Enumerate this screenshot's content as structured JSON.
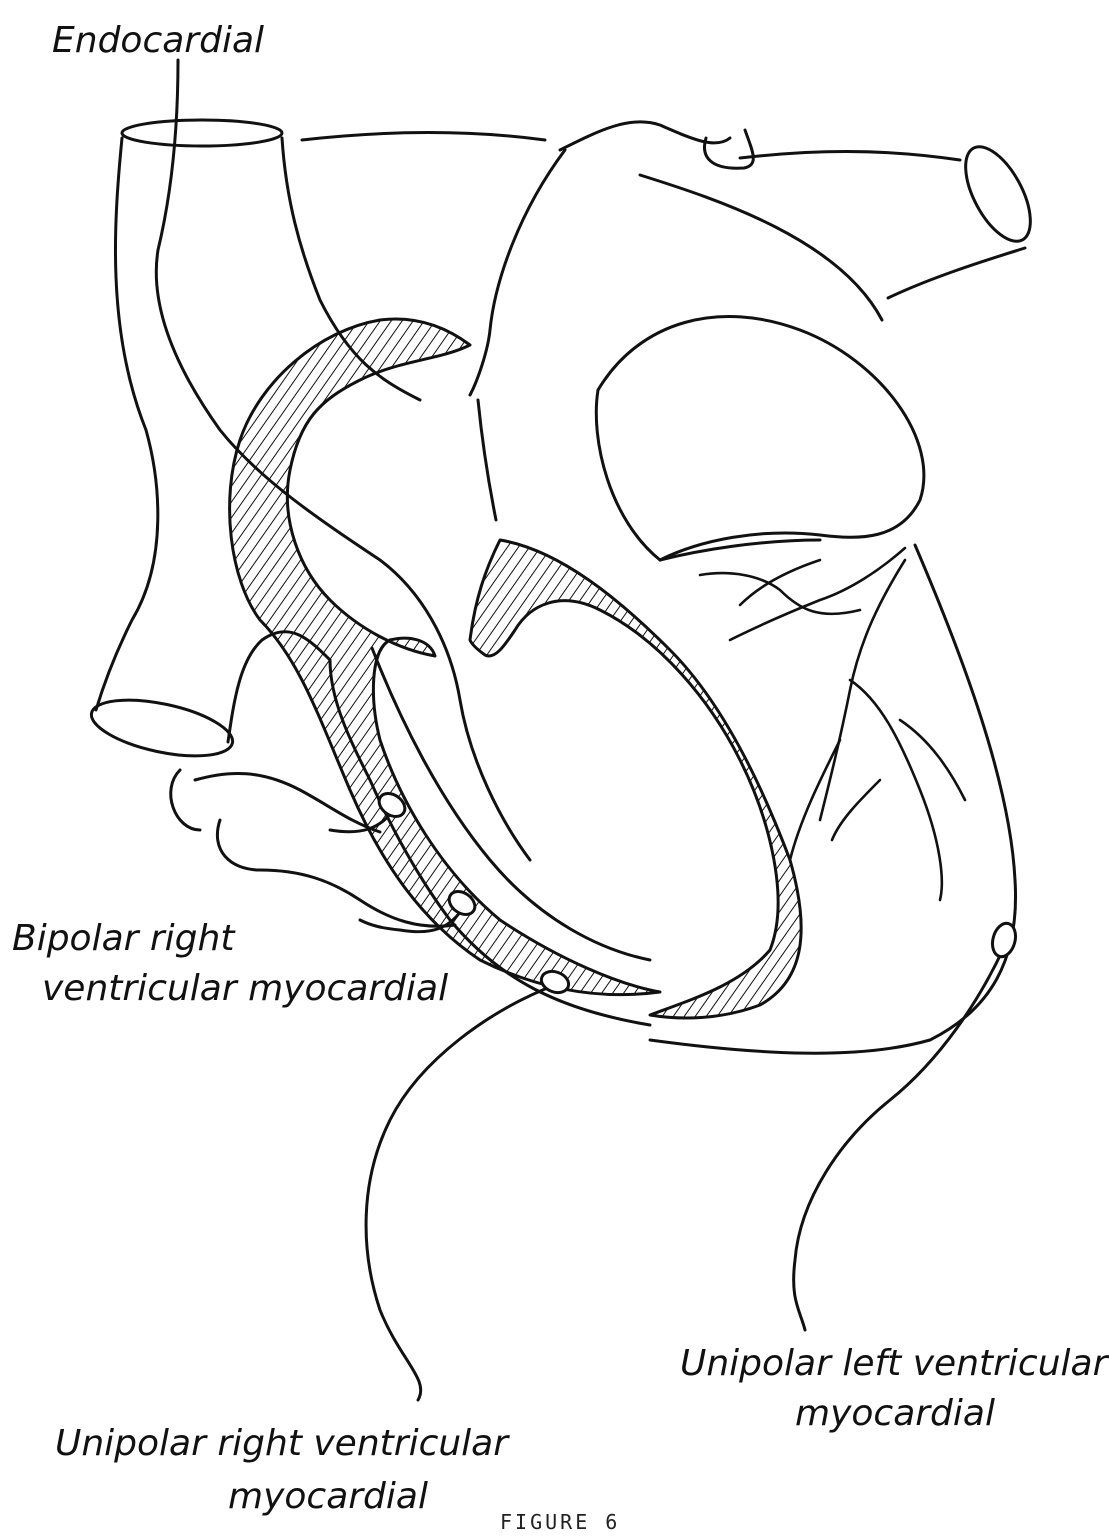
{
  "labels": {
    "endocardial": "Endocardial",
    "bipolar_line1": "Bipolar right",
    "bipolar_line2": "ventricular myocardial",
    "unipolar_lv_line1": "Unipolar left ventricular",
    "unipolar_lv_line2": "myocardial",
    "unipolar_rv_line1": "Unipolar right ventricular",
    "unipolar_rv_line2": "myocardial"
  },
  "caption": "FIGURE 6",
  "style": {
    "ink": "#111111",
    "paper": "#ffffff"
  }
}
